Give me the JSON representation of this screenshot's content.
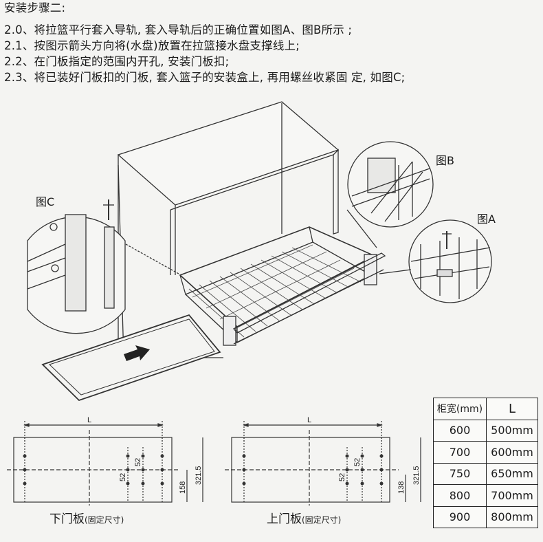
{
  "heading": "安装步骤二:",
  "steps": [
    "2.0、将拉篮平行套入导轨, 套入导轨后的正确位置如图A、图B所示 ;",
    "2.1、按图示箭头方向将(水盘)放置在拉篮接水盘支撑线上;",
    "2.2、在门板指定的范围内开孔, 安装门板扣;",
    "2.3、将已装好门板扣的门板, 套入篮子的安装盒上, 再用螺丝收紧固 定, 如图C;"
  ],
  "figure_labels": {
    "c": "图C",
    "b": "图B",
    "a": "图A"
  },
  "drawings": {
    "lower": {
      "caption": "下门板",
      "caption_note": "(固定尺寸)",
      "dim_l": "L",
      "dim_52a": "52",
      "dim_52b": "52",
      "dim_158": "158",
      "dim_321": "321.5"
    },
    "upper": {
      "caption": "上门板",
      "caption_note": "(固定尺寸)",
      "dim_l": "L",
      "dim_52a": "52",
      "dim_52b": "52",
      "dim_138": "138",
      "dim_321": "321.5"
    }
  },
  "table": {
    "header": {
      "width": "柜宽(mm)",
      "l": "L"
    },
    "rows": [
      {
        "width": "600",
        "l": "500mm"
      },
      {
        "width": "700",
        "l": "600mm"
      },
      {
        "width": "750",
        "l": "650mm"
      },
      {
        "width": "800",
        "l": "700mm"
      },
      {
        "width": "900",
        "l": "800mm"
      }
    ]
  }
}
